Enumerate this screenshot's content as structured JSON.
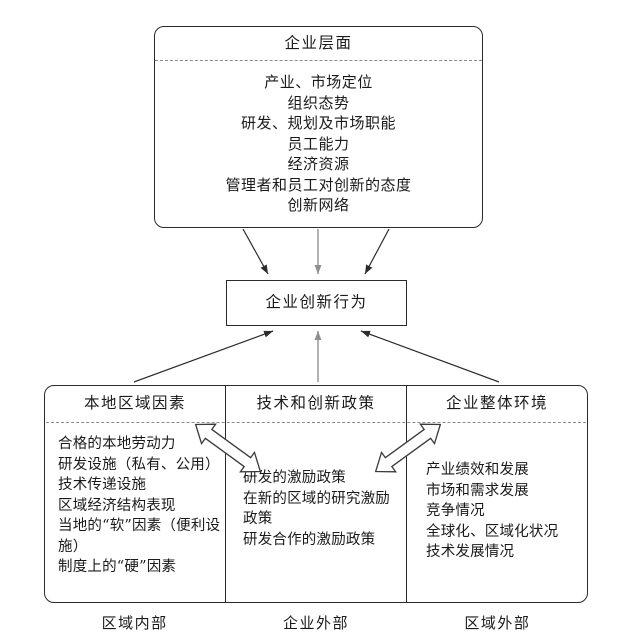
{
  "colors": {
    "line": "#2b2b2b",
    "gray_arrow": "#a0a0a0",
    "dashed_line": "#8a8a8a",
    "background": "#ffffff"
  },
  "top_box": {
    "title": "企业层面",
    "items": [
      "产业、市场定位",
      "组织态势",
      "研发、规划及市场职能",
      "员工能力",
      "经济资源",
      "管理者和员工对创新的态度",
      "创新网络"
    ]
  },
  "center_box": {
    "label": "企业创新行为"
  },
  "bottom_box": {
    "columns": [
      {
        "header": "本地区域因素",
        "items": [
          "合格的本地劳动力",
          "研发设施（私有、公用）",
          "技术传递设施",
          "区域经济结构表现",
          "当地的“软”因素（便利设施）",
          "制度上的“硬”因素"
        ],
        "footer": "区域内部"
      },
      {
        "header": "技术和创新政策",
        "items": [
          "研发的激励政策",
          "在新的区域的研究激励政策",
          "研发合作的激励政策"
        ],
        "footer": "企业外部"
      },
      {
        "header": "企业整体环境",
        "items": [
          "产业绩效和发展",
          "市场和需求发展",
          "竞争情况",
          "全球化、区域化状况",
          "技术发展情况"
        ],
        "footer": "区域外部"
      }
    ]
  }
}
